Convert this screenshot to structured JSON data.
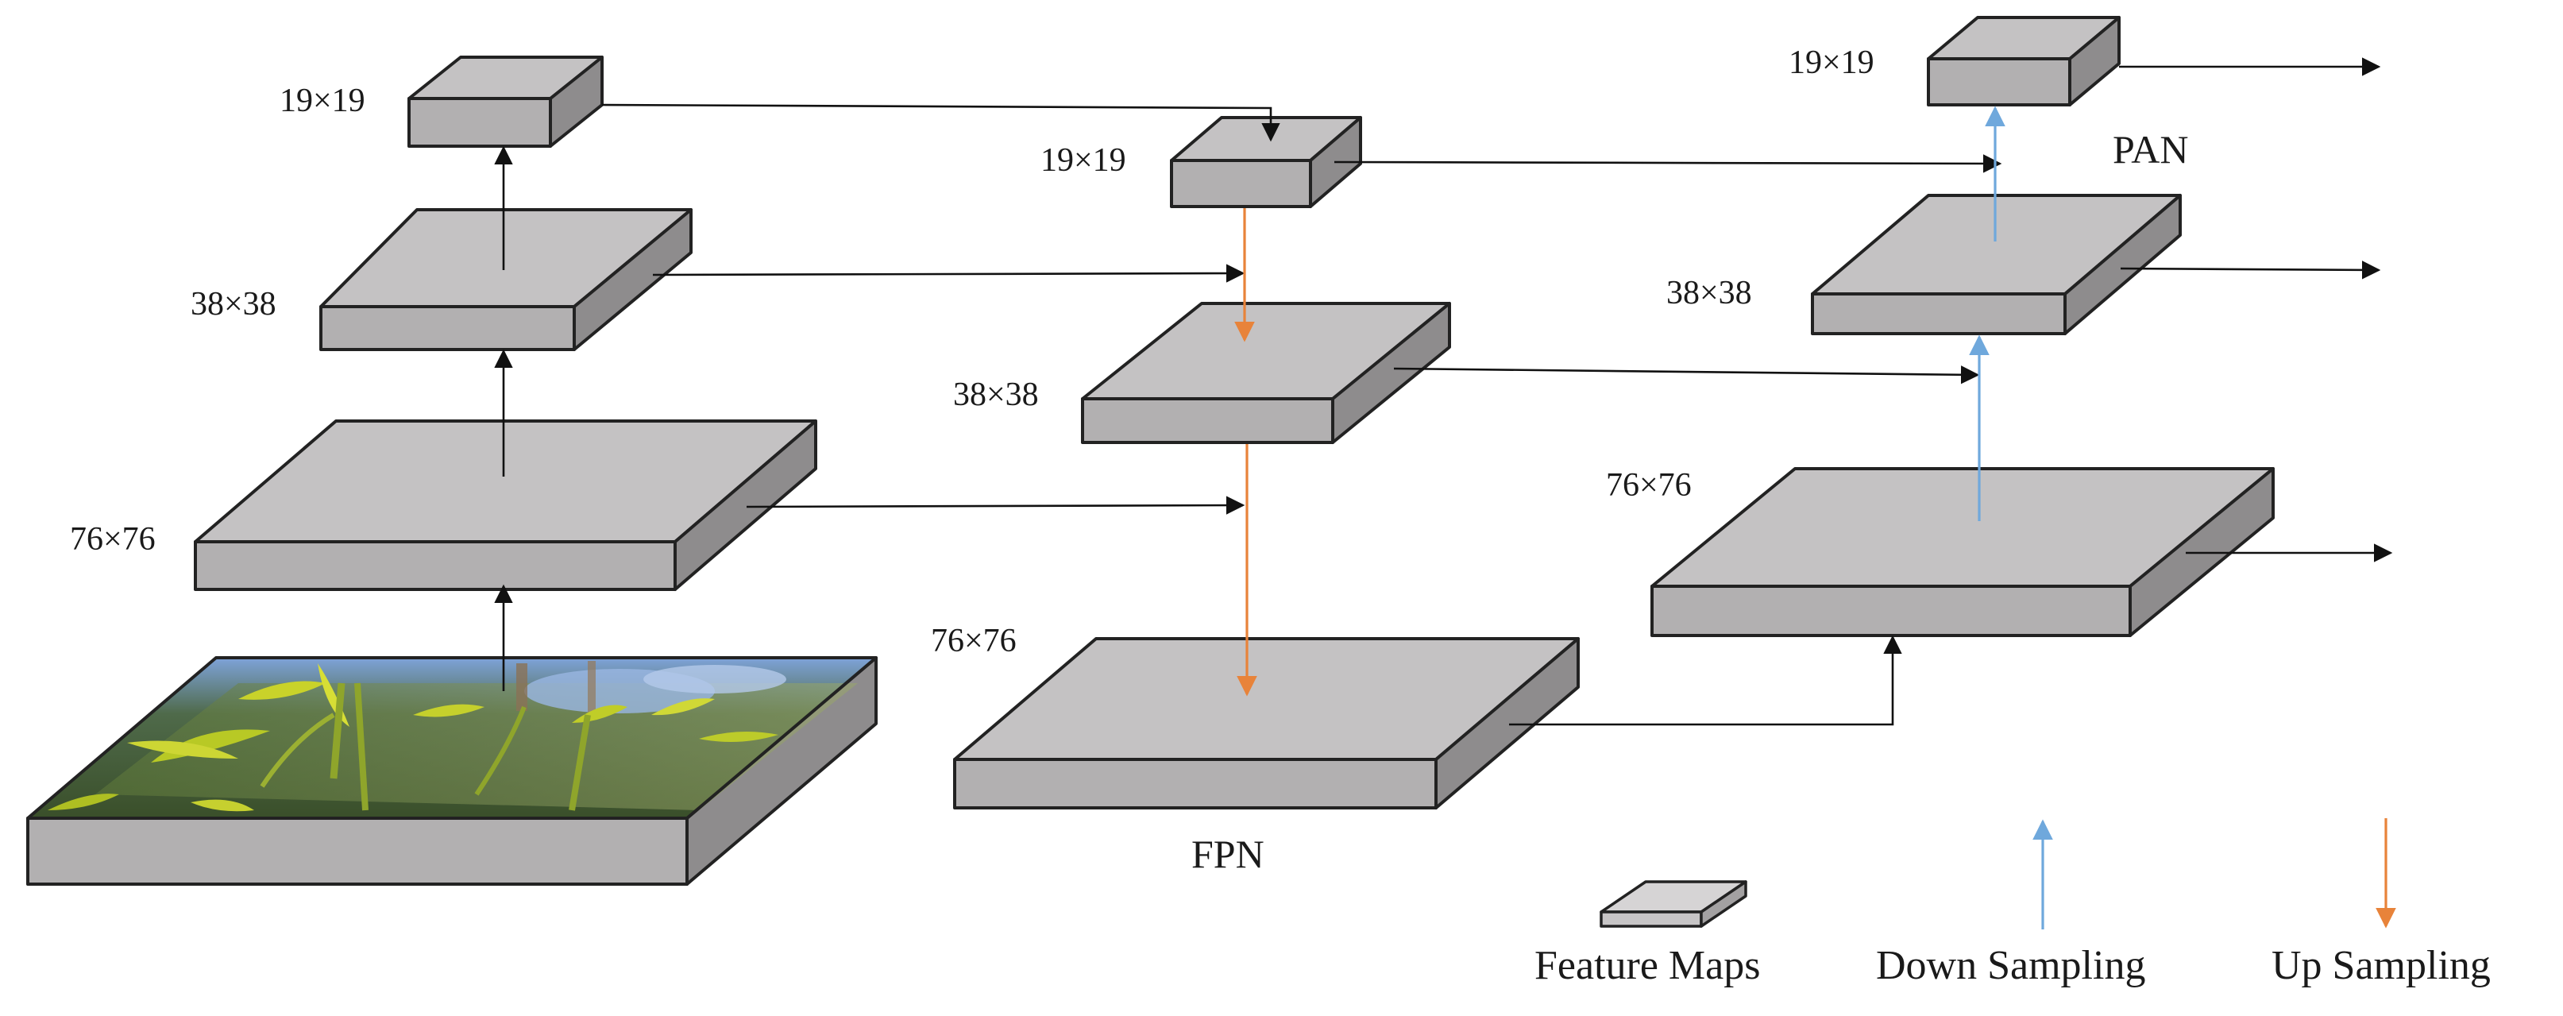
{
  "backbone": {
    "sizes": [
      "19×19",
      "38×38",
      "76×76"
    ]
  },
  "fpn": {
    "title": "FPN",
    "sizes": [
      "19×19",
      "38×38",
      "76×76"
    ]
  },
  "pan": {
    "title": "PAN",
    "sizes": [
      "19×19",
      "38×38",
      "76×76"
    ]
  },
  "legend": {
    "feature_maps": "Feature Maps",
    "down_sampling": "Down Sampling",
    "up_sampling": "Up Sampling"
  },
  "colors": {
    "down_sampling": "#6fa8dc",
    "up_sampling": "#e8833a",
    "feature_map_fill": "#c4c2c3"
  },
  "icons": [
    "input-image-slab"
  ]
}
